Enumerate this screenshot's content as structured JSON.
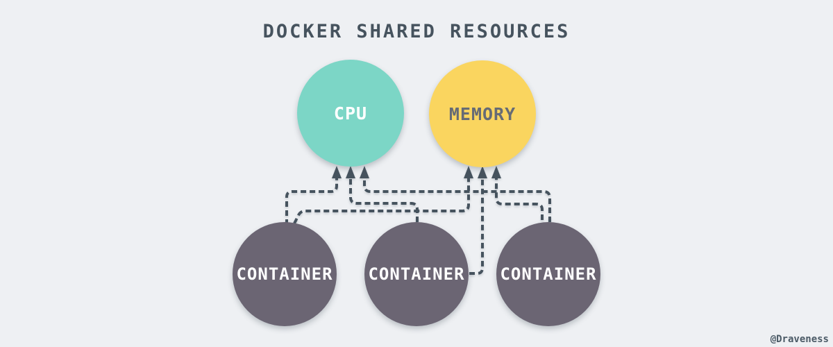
{
  "diagram": {
    "title": "DOCKER SHARED RESOURCES",
    "watermark": "@Draveness",
    "nodes": {
      "cpu": {
        "label": "CPU",
        "fill": "#7cd6c6",
        "text_color": "#ffffff"
      },
      "memory": {
        "label": "MEMORY",
        "fill": "#fad55f",
        "text_color": "#666b75"
      },
      "containers": [
        {
          "label": "CONTAINER",
          "fill": "#6b6573",
          "text_color": "#ffffff"
        },
        {
          "label": "CONTAINER",
          "fill": "#6b6573",
          "text_color": "#ffffff"
        },
        {
          "label": "CONTAINER",
          "fill": "#6b6573",
          "text_color": "#ffffff"
        }
      ]
    },
    "edges": [
      {
        "from": "container-1",
        "to": "cpu",
        "style": "dashed-arrow"
      },
      {
        "from": "container-1",
        "to": "memory",
        "style": "dashed-arrow"
      },
      {
        "from": "container-2",
        "to": "cpu",
        "style": "dashed-arrow"
      },
      {
        "from": "container-2",
        "to": "memory",
        "style": "dashed-arrow"
      },
      {
        "from": "container-3",
        "to": "cpu",
        "style": "dashed-arrow"
      },
      {
        "from": "container-3",
        "to": "memory",
        "style": "dashed-arrow"
      }
    ],
    "colors": {
      "background": "#eef0f3",
      "line": "#46535e",
      "title_text": "#46535e",
      "watermark_text": "#4b5a66"
    }
  }
}
